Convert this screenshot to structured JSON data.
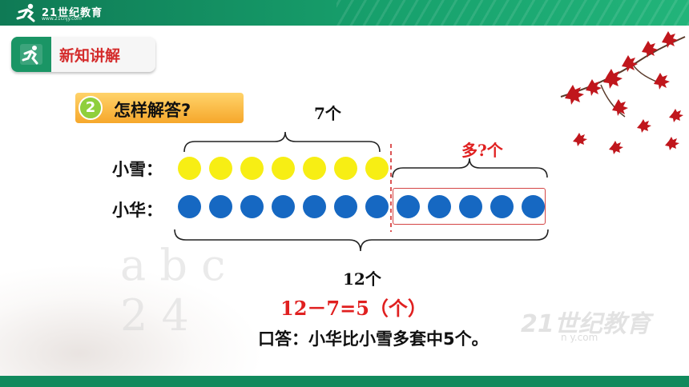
{
  "brand": {
    "name": "21世纪教育",
    "sub": "www.21cnjy.com"
  },
  "section": {
    "label": "新知讲解"
  },
  "question": {
    "number": "2",
    "text": "怎样解答?"
  },
  "diagram": {
    "top_count": "7个",
    "extra_label": "多?个",
    "rows": [
      {
        "label": "小雪：",
        "count": 7,
        "color": "#f7ee14"
      },
      {
        "label": "小华：",
        "count": 12,
        "color": "#1668c2"
      }
    ],
    "bottom_count": "12个"
  },
  "solution": {
    "equation": "12－7=5（个）",
    "answer_prefix": "口答：",
    "answer": "小华比小雪多套中5个。"
  },
  "watermark": {
    "text": "21世纪教育",
    "sub": "n  y.com"
  },
  "bg_letters": {
    "line1": "a  b  c",
    "line2": "2  4"
  },
  "colors": {
    "accent_green": "#1a9565",
    "highlight_red": "#e02020",
    "question_bar": "#f6a72b"
  }
}
